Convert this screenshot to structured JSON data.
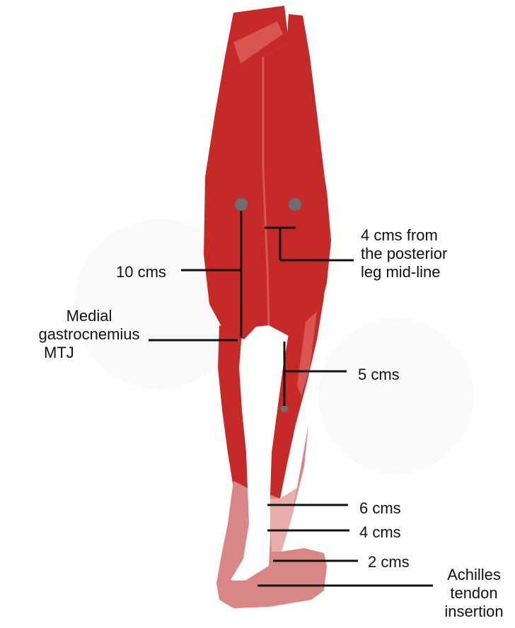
{
  "colors": {
    "muscle": "#c62a28",
    "muscle_dark": "#b52422",
    "muscle_highlight": "#d85552",
    "tendon": "#d98786",
    "tendon_light": "#e7aeac",
    "marker": "#6e6e6e",
    "line": "#111111",
    "background": "#ffffff"
  },
  "labels": {
    "ten_cms": "10 cms",
    "medial_mtj": [
      "Medial",
      "gastrocnemius",
      "MTJ"
    ],
    "posterior_midline": [
      "4 cms from",
      "the posterior",
      "leg mid-line"
    ],
    "five_cms": "5 cms",
    "six_cms": "6 cms",
    "four_cms": "4 cms",
    "two_cms": "2 cms",
    "achilles_insertion": [
      "Achilles",
      "tendon",
      "insertion"
    ]
  },
  "icons": {
    "medial_point": "injection-point-marker",
    "lateral_point": "injection-point-marker",
    "soleus_point": "injection-point-marker"
  }
}
